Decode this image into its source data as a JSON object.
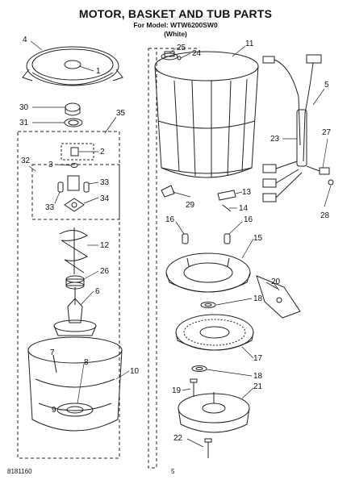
{
  "header": {
    "title": "MOTOR, BASKET AND TUB PARTS",
    "model": "For Model: WTW6200SW0",
    "variant": "(White)",
    "watermark": "AppliancePartsPros.com"
  },
  "footer": {
    "left": "8181160",
    "right": "5"
  },
  "callouts": {
    "c1": "1",
    "c2": "2",
    "c3": "3",
    "c4": "4",
    "c5": "5",
    "c6": "6",
    "c7": "7",
    "c8": "8",
    "c9": "9",
    "c10": "10",
    "c11": "11",
    "c12": "12",
    "c13": "13",
    "c14": "14",
    "c15": "15",
    "c16a": "16",
    "c16b": "16",
    "c17": "17",
    "c18a": "18",
    "c18b": "18",
    "c19": "19",
    "c20": "20",
    "c21": "21",
    "c22": "22",
    "c23": "23",
    "c24": "24",
    "c25": "25",
    "c26": "26",
    "c27": "27",
    "c28": "28",
    "c29": "29",
    "c30": "30",
    "c31": "31",
    "c32": "32",
    "c33a": "33",
    "c33b": "33",
    "c34": "34",
    "c35": "35"
  },
  "colors": {
    "line": "#222222",
    "dash": "#333333"
  }
}
